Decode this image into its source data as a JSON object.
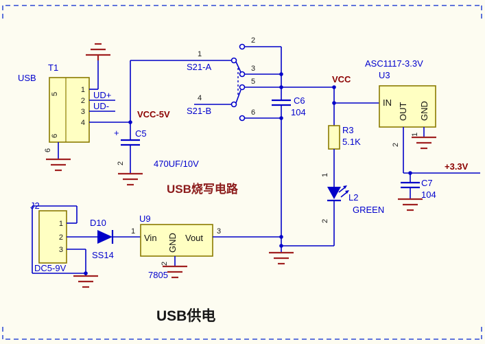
{
  "labels": {
    "title": "USB供电",
    "section": "USB烧写电路"
  },
  "nets": {
    "vcc5v": "VCC-5V",
    "vcc": "VCC",
    "v33": "+3.3V",
    "udplus": "UD+",
    "udminus": "UD-"
  },
  "t1": {
    "ref": "T1",
    "value": "USB",
    "pins": [
      "1",
      "2",
      "3",
      "4"
    ],
    "shield_top": "5",
    "shield_bottom": "6",
    "gnd_pin": "6"
  },
  "c5": {
    "ref": "C5",
    "value": "470UF/10V",
    "plus": "+",
    "pin": "2"
  },
  "s21": {
    "a": "S21-A",
    "b": "S21-B",
    "pin1": "1",
    "pin2": "2",
    "pin3": "3",
    "pin4": "4",
    "pin5": "5",
    "pin6": "6"
  },
  "c6": {
    "ref": "C6",
    "value": "104"
  },
  "r3": {
    "ref": "R3",
    "value": "5.1K"
  },
  "l2": {
    "ref": "L2",
    "value": "GREEN",
    "pin1": "1",
    "pin2": "2"
  },
  "u3": {
    "value": "ASC1117-3.3V",
    "ref": "U3",
    "in": "IN",
    "out": "OUT",
    "gnd": "GND",
    "pin_out": "2",
    "pin_gnd": "1"
  },
  "c7": {
    "ref": "C7",
    "value": "104"
  },
  "j2": {
    "ref": "J2",
    "value": "DC5-9V",
    "pins": [
      "1",
      "2",
      "3"
    ]
  },
  "d10": {
    "ref": "D10",
    "value": "SS14"
  },
  "u9": {
    "ref": "U9",
    "value": "7805",
    "vin": "Vin",
    "gnd": "GND",
    "vout": "Vout",
    "pin1": "1",
    "pin2": "2",
    "pin3": "3"
  },
  "colors": {
    "wire": "#0000c8",
    "ground": "#a02020",
    "net_label": "#8b0000",
    "component_fill": "#ffffc2",
    "component_border": "#8a7a00"
  }
}
